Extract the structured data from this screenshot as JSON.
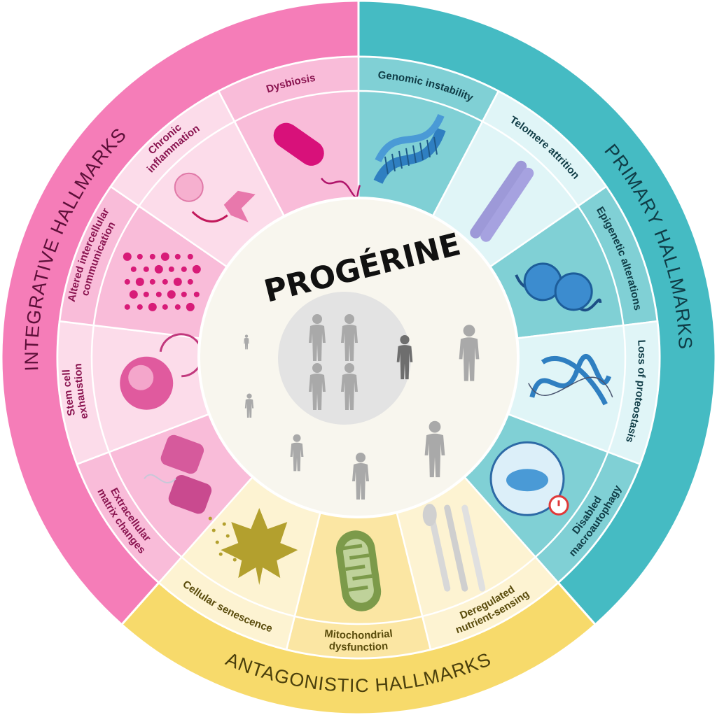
{
  "title": "PROGÉRINE",
  "groups": [
    {
      "name": "PRIMARY HALLMARKS",
      "band_color": "#45bbc3",
      "text_color": "#0f3c46",
      "band_text_color": "#0f3c46",
      "item_colors": [
        "#80d0d5",
        "#e0f5f7"
      ],
      "items": [
        {
          "lines": [
            "Genomic instability"
          ],
          "icon": "dna-icon"
        },
        {
          "lines": [
            "Telomere attrition"
          ],
          "icon": "chromosome-icon"
        },
        {
          "lines": [
            "Epigenetic alterations"
          ],
          "icon": "nucleosome-icon"
        },
        {
          "lines": [
            "Loss of proteostasis"
          ],
          "icon": "protein-icon"
        },
        {
          "lines": [
            "Disabled",
            "macroautophagy"
          ],
          "icon": "autophagy-icon"
        }
      ]
    },
    {
      "name": "ANTAGONISTIC HALLMARKS",
      "band_color": "#f7da6b",
      "text_color": "#5a4c0c",
      "band_text_color": "#4a3f0c",
      "item_colors": [
        "#fdf3d2",
        "#fbe6a3"
      ],
      "items": [
        {
          "lines": [
            "Deregulated",
            "nutrient-sensing"
          ],
          "icon": "cutlery-icon"
        },
        {
          "lines": [
            "Mitochondrial",
            "dysfunction"
          ],
          "icon": "mitochondrion-icon"
        },
        {
          "lines": [
            "Cellular senescence"
          ],
          "icon": "leaf-icon"
        }
      ]
    },
    {
      "name": "INTEGRATIVE HALLMARKS",
      "band_color": "#f57db8",
      "text_color": "#8a1450",
      "band_text_color": "#5c0f38",
      "item_colors": [
        "#f9bcd9",
        "#fcdcea"
      ],
      "items": [
        {
          "lines": [
            "Extracellular",
            "matrix changes"
          ],
          "icon": "extracellular-matrix-icon"
        },
        {
          "lines": [
            "Stem cell",
            "exhaustion"
          ],
          "icon": "stem-cell-icon"
        },
        {
          "lines": [
            "Altered intercellular",
            "communication"
          ],
          "icon": "cell-network-icon"
        },
        {
          "lines": [
            "Chronic",
            "inflammation"
          ],
          "icon": "inflammation-icon"
        },
        {
          "lines": [
            "Dysbiosis"
          ],
          "icon": "bacterium-icon"
        }
      ]
    }
  ],
  "center": {
    "fill": "#f8f6ee",
    "inner_fill": "#e3e3e3",
    "person_color": "#a9a9a9",
    "highlight_person_color": "#6e6e6e"
  }
}
